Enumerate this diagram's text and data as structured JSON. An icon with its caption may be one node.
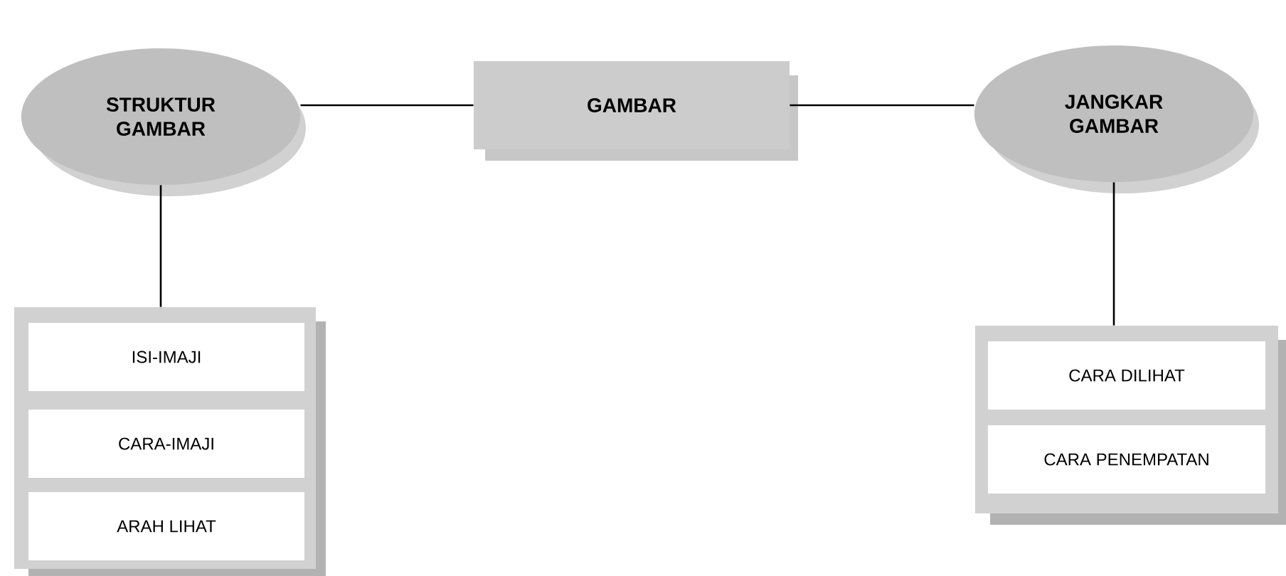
{
  "diagram": {
    "nodes": [
      {
        "text": [
          "STRUKTUR GAMBAR"
        ]
      },
      {
        "text": [
          "GAMBAR"
        ]
      },
      {
        "text": [
          "JANGKAR GAMBAR"
        ]
      },
      {
        "text": [],
        "shape": "box"
      },
      {
        "text": [
          "ISI-IMAJI"
        ],
        "in": 3
      },
      {
        "text": [
          "CARA-IMAJI"
        ],
        "in": 3
      },
      {
        "text": [
          "ARAH LIHAT"
        ],
        "in": 3
      },
      {
        "text": [],
        "shape": "box"
      },
      {
        "text": [
          "CARA DILIHAT"
        ],
        "in": 7
      },
      {
        "text": [
          "CARA PENEMPATAN"
        ],
        "in": 7
      }
    ],
    "edges": [
      {
        "from": 0,
        "to": 1,
        "arrow": "none"
      },
      {
        "from": 1,
        "to": 2,
        "arrow": "none"
      },
      {
        "from": 0,
        "to": 3,
        "arrow": "none"
      },
      {
        "from": 2,
        "to": 7,
        "arrow": "none"
      }
    ]
  }
}
